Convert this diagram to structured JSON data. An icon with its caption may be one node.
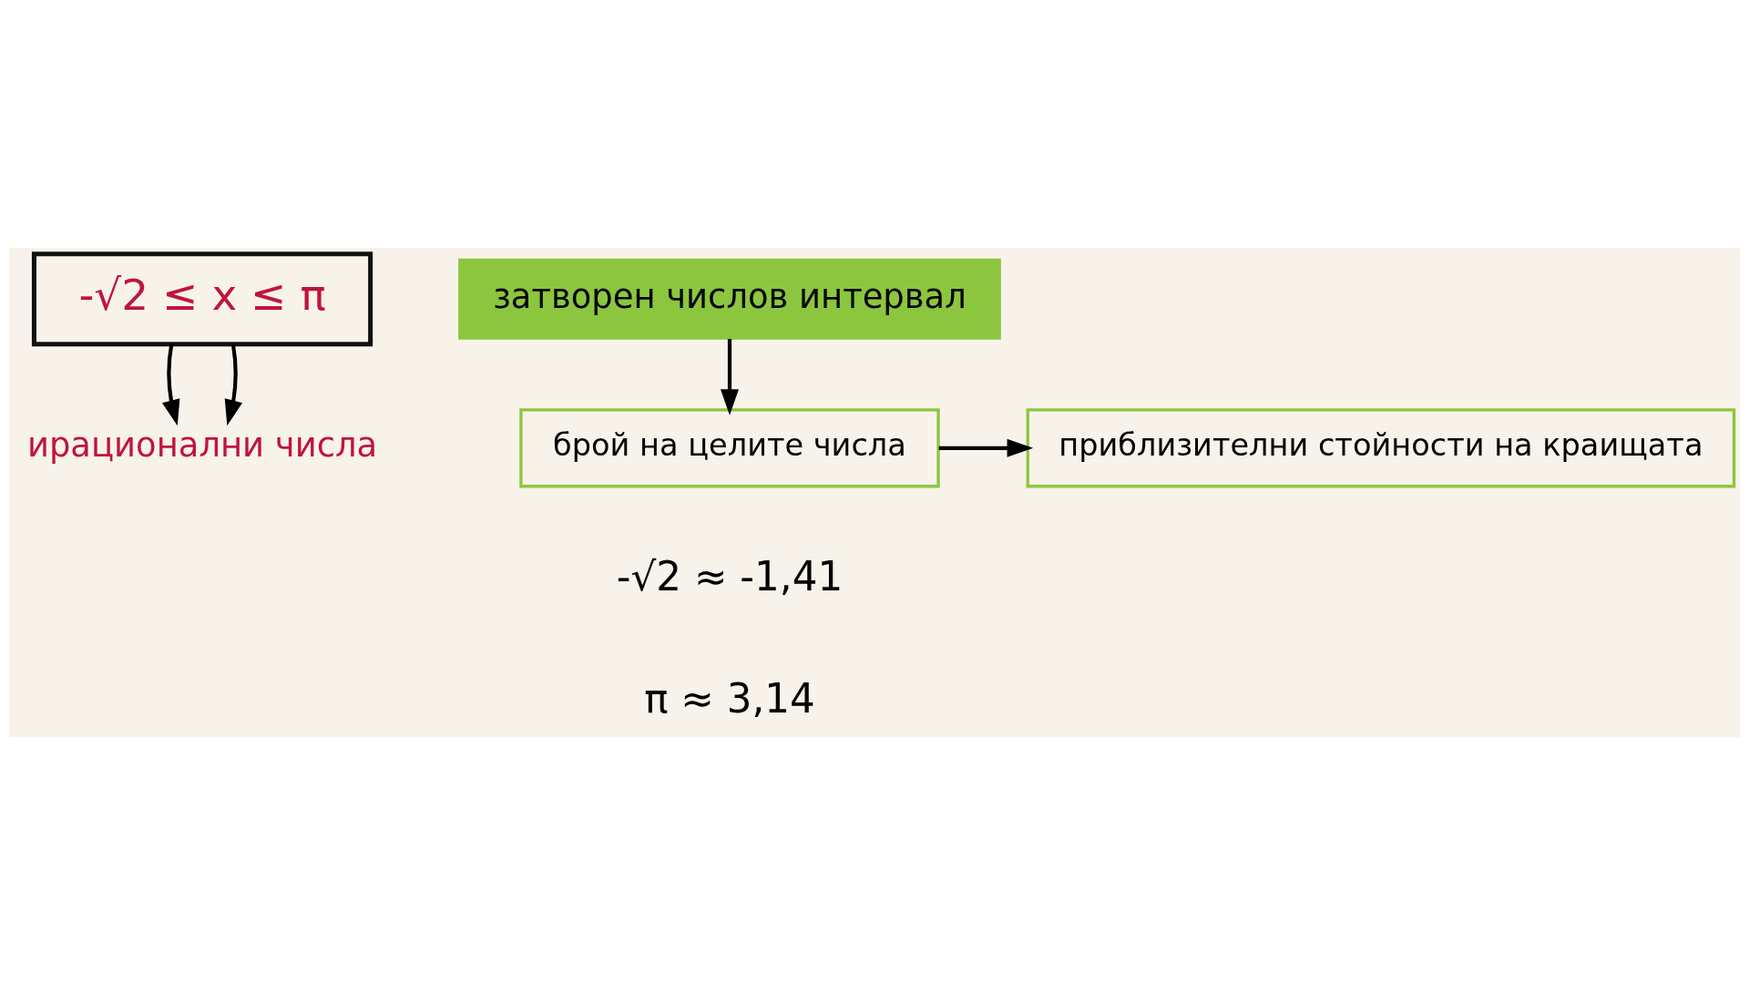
{
  "diagram": {
    "nodes": [
      {
        "text": [
          "ирационални числа"
        ]
      },
      {
        "text": [
          "-√2 ≤ x ≤ π"
        ]
      },
      {
        "text": [
          "затворен числов интервал"
        ]
      },
      {
        "text": [
          "брой на целите числа"
        ]
      },
      {
        "text": [
          "приблизителни стойности на краищата"
        ]
      }
    ],
    "edges": [
      {
        "from": 1,
        "to": 0,
        "arrow": "to"
      },
      {
        "from": 1,
        "to": 0,
        "arrow": "to"
      },
      {
        "from": 2,
        "to": 3,
        "arrow": "to"
      },
      {
        "from": 3,
        "to": 4,
        "arrow": "to"
      }
    ],
    "labels": [
      "-√2 ≈ -1,41",
      "π ≈ 3,14"
    ]
  }
}
